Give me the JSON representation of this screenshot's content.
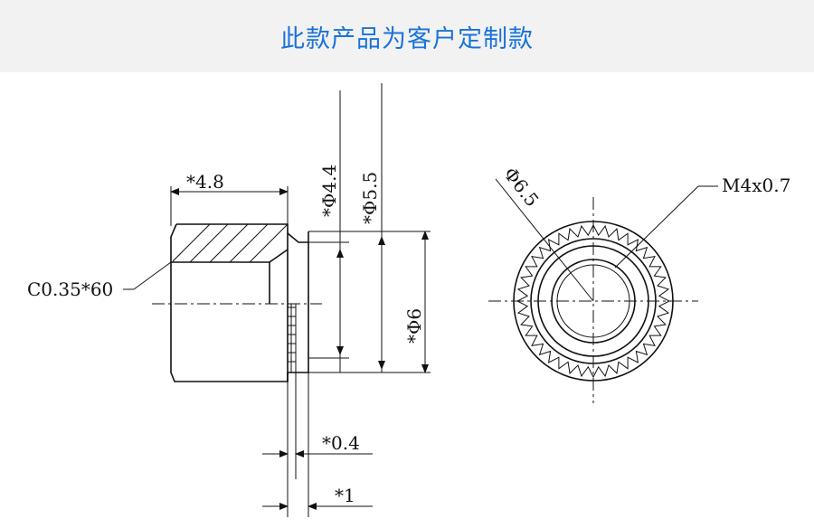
{
  "header": {
    "title": "此款产品为客户定制款"
  },
  "drawing": {
    "side_view": {
      "dims": {
        "length": "*4.8",
        "dia_inner": "*Φ4.4",
        "dia_mid": "*Φ5.5",
        "dia_outer": "*Φ6",
        "chamfer": "C0.35*60",
        "step": "*0.4",
        "knurl": "*1"
      }
    },
    "front_view": {
      "dims": {
        "knurl_dia": "Φ6.5",
        "thread": "M4x0.7"
      }
    }
  }
}
